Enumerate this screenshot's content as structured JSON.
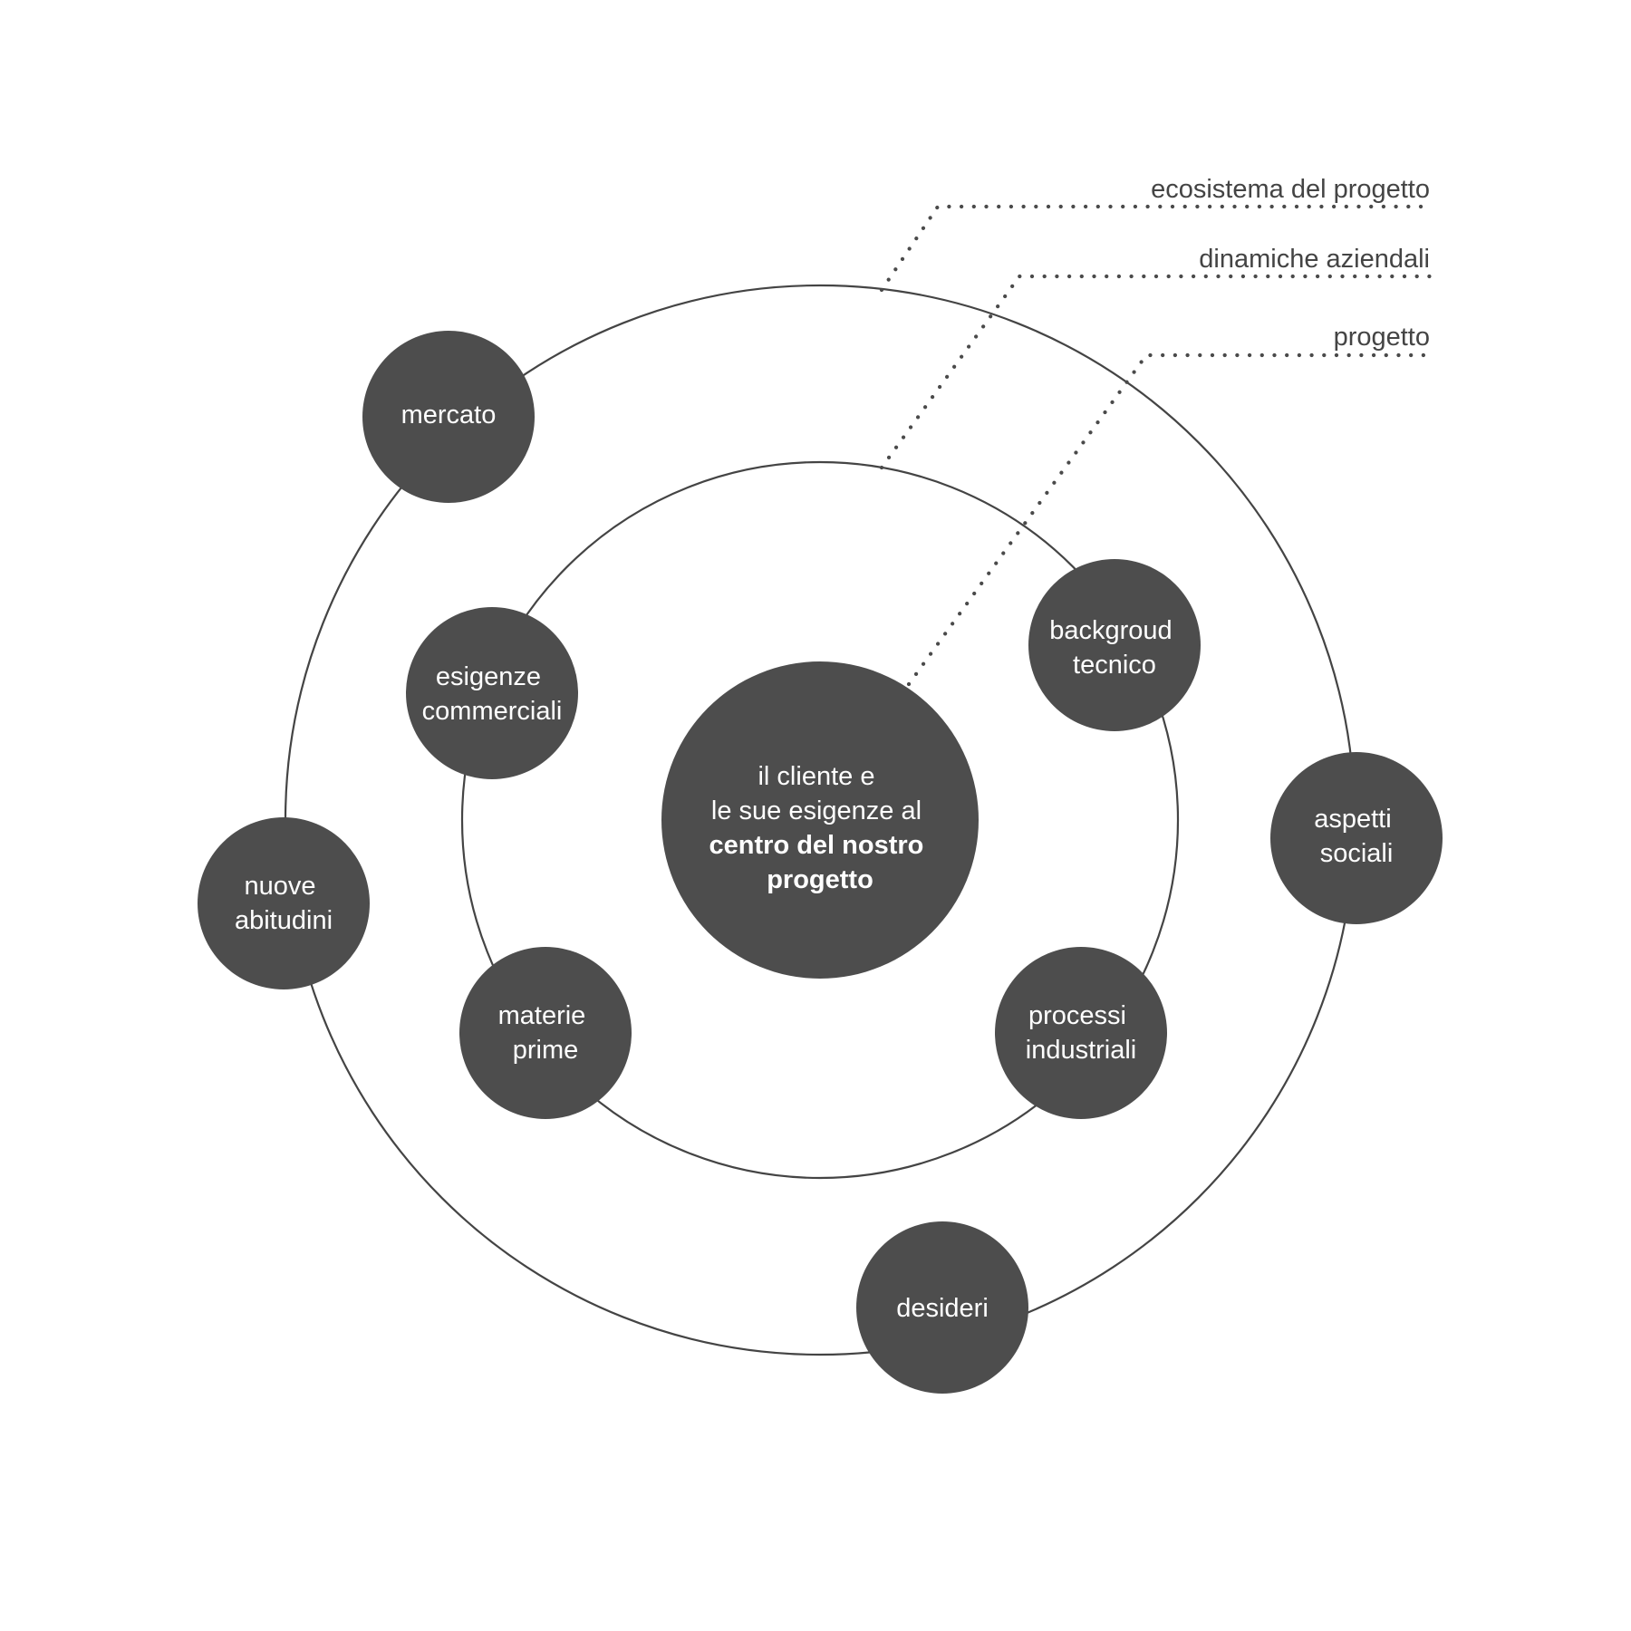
{
  "diagram": {
    "center": {
      "lines": [
        {
          "text": "il cliente e",
          "bold": false
        },
        {
          "text": "le sue esigenze al",
          "bold": false
        },
        {
          "text": "centro del nostro",
          "bold": true
        },
        {
          "text": "progetto",
          "bold": true
        }
      ]
    },
    "rings": {
      "outer": {
        "nodes": [
          {
            "id": "mercato",
            "lines": [
              "mercato"
            ]
          },
          {
            "id": "nuove-abitudini",
            "lines": [
              "nuove",
              "abitudini"
            ]
          },
          {
            "id": "desideri",
            "lines": [
              "desideri"
            ]
          },
          {
            "id": "aspetti-sociali",
            "lines": [
              "aspetti",
              "sociali"
            ]
          }
        ]
      },
      "inner": {
        "nodes": [
          {
            "id": "esigenze-commerciali",
            "lines": [
              "esigenze",
              "commerciali"
            ]
          },
          {
            "id": "materie-prime",
            "lines": [
              "materie",
              "prime"
            ]
          },
          {
            "id": "processi-industriali",
            "lines": [
              "processi",
              "industriali"
            ]
          },
          {
            "id": "backgroud-tecnico",
            "lines": [
              "backgroud",
              "tecnico"
            ]
          }
        ]
      }
    },
    "legend": [
      {
        "id": "ecosistema",
        "label": "ecosistema del progetto"
      },
      {
        "id": "dinamiche",
        "label": "dinamiche aziendali"
      },
      {
        "id": "progetto",
        "label": "progetto"
      }
    ]
  }
}
